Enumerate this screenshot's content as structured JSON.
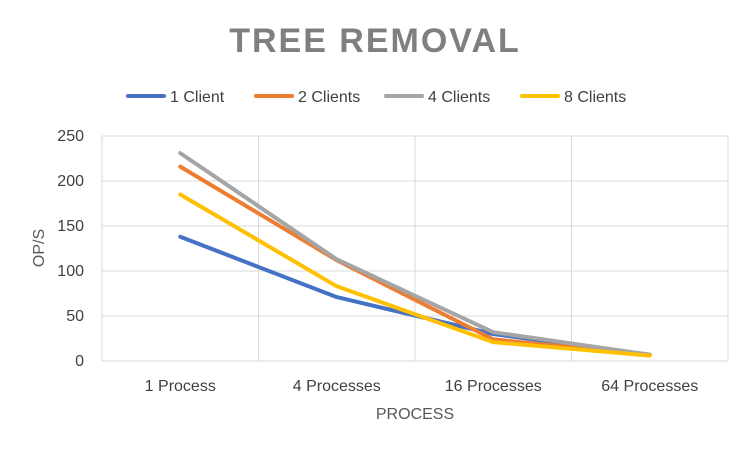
{
  "chart_data": {
    "type": "line",
    "title": "TREE REMOVAL",
    "xlabel": "PROCESS",
    "ylabel": "OP/S",
    "categories": [
      "1 Process",
      "4 Processes",
      "16 Processes",
      "64 Processes"
    ],
    "ylim": [
      0,
      250
    ],
    "yticks": [
      0,
      50,
      100,
      150,
      200,
      250
    ],
    "grid": true,
    "legend_position": "top",
    "series": [
      {
        "name": "1 Client",
        "color": "#4472C4",
        "values": [
          138,
          71,
          30,
          7
        ]
      },
      {
        "name": "2 Clients",
        "color": "#ED7D31",
        "values": [
          216,
          112,
          24,
          7
        ]
      },
      {
        "name": "4 Clients",
        "color": "#A5A5A5",
        "values": [
          231,
          113,
          32,
          7
        ]
      },
      {
        "name": "8 Clients",
        "color": "#FFC000",
        "values": [
          185,
          83,
          21,
          6
        ]
      }
    ]
  }
}
